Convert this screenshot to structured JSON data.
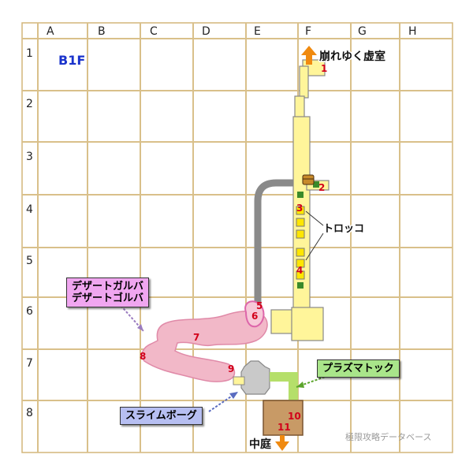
{
  "map": {
    "floor": "B1F",
    "columns": [
      "A",
      "B",
      "C",
      "D",
      "E",
      "F",
      "G",
      "H"
    ],
    "rows": [
      "1",
      "2",
      "3",
      "4",
      "5",
      "6",
      "7",
      "8"
    ],
    "labels": {
      "north_exit": "崩れゆく虚室",
      "south_exit": "中庭",
      "trolley": "トロッコ"
    },
    "points": [
      "1",
      "2",
      "3",
      "4",
      "5",
      "6",
      "7",
      "8",
      "9",
      "10",
      "11"
    ],
    "callouts": {
      "desert": [
        "デザートガルバ",
        "デザートゴルバ"
      ],
      "plasma": "プラズマトック",
      "slime": "スライムボーグ"
    },
    "colors": {
      "grid": "#d9c08a",
      "corridor": "#fff59a",
      "pink_area": "#f2b8c8",
      "green_path": "#b5df6a",
      "grey_area": "#c9c9c9",
      "room_brown": "#c89a66",
      "rail": "#8a8a8a",
      "desert_box": "#f0a6f0",
      "plasma_box": "#a9e58a",
      "slime_box": "#b7bff2",
      "exit_arrow": "#f08a10"
    },
    "watermark": "極限攻略データベース"
  }
}
